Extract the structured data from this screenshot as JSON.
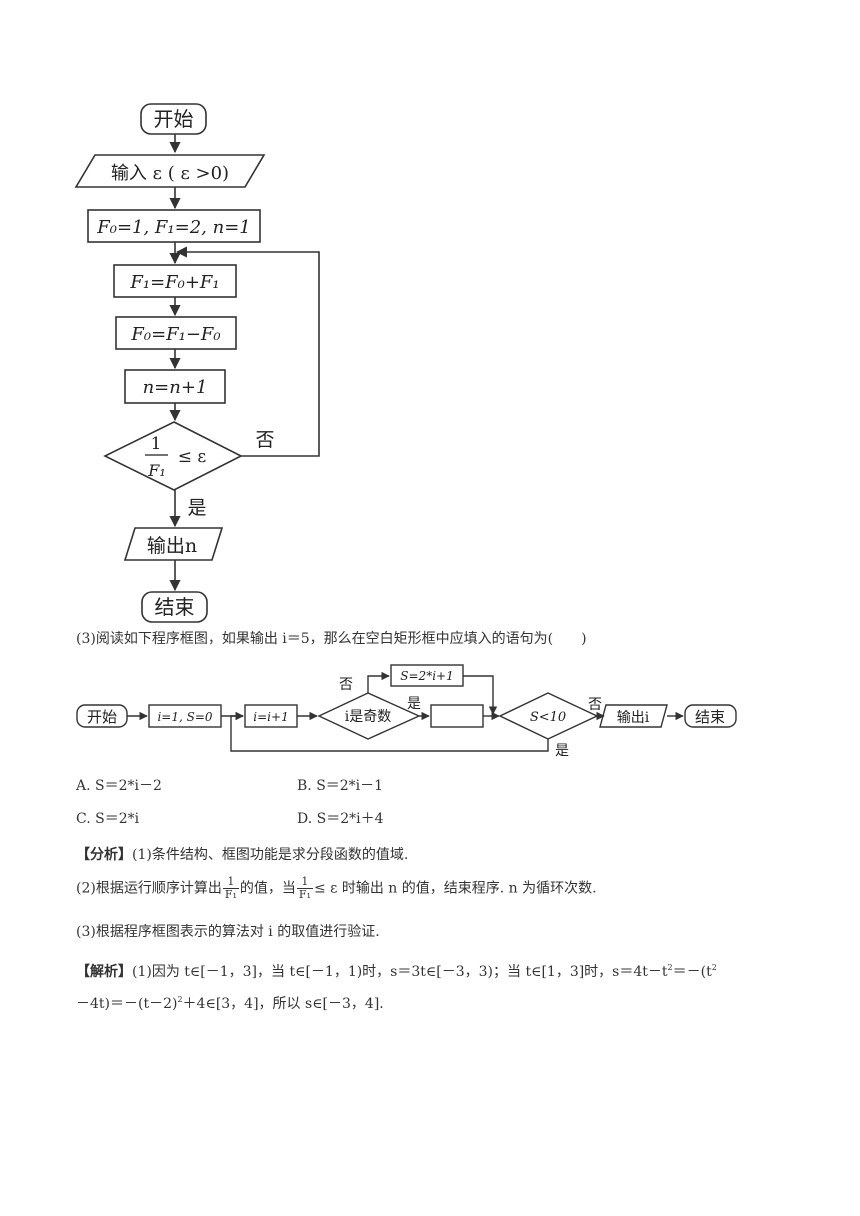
{
  "flowchart1": {
    "start": "开始",
    "input": "输入 ε ( ε >0)",
    "init": "F₀=1, F₁=2, n=1",
    "step1": "F₁=F₀+F₁",
    "step2": "F₀=F₁−F₀",
    "step3": "n=n+1",
    "cond_num": "1",
    "cond_den": "F₁",
    "cond_rel": "≤ ε",
    "no_label": "否",
    "yes_label": "是",
    "output": "输出n",
    "end": "结束"
  },
  "question3": {
    "text": "(3)阅读如下程序框图，如果输出 i＝5，那么在空白矩形框中应填入的语句为(　　)"
  },
  "flowchart2": {
    "start": "开始",
    "init": "i=1, S=0",
    "step": "i=i+1",
    "cond1": "i是奇数",
    "no1": "否",
    "yes1": "是",
    "odd_box": "S=2*i+1",
    "cond2": "S<10",
    "no2": "否",
    "yes2": "是",
    "output": "输出i",
    "end": "结束"
  },
  "options": {
    "A": "A. S＝2*i－2",
    "B": "B. S＝2*i－1",
    "C": "C. S＝2*i",
    "D": "D. S＝2*i＋4"
  },
  "analysis": {
    "label": "【分析】",
    "p1": "(1)条件结构、框图功能是求分段函数的值域.",
    "p2_a": "(2)根据运行顺序计算出",
    "p2_frac_num": "1",
    "p2_frac_den": "F₁",
    "p2_b": "的值，当",
    "p2_c": "≤ ε 时输出 n 的值，结束程序. n 为循环次数.",
    "p3": "(3)根据程序框图表示的算法对 i 的取值进行验证."
  },
  "solution": {
    "label": "【解析】",
    "line1": "(1)因为 t∈[－1，3]，当 t∈[－1，1)时，s＝3t∈[－3，3)；当 t∈[1，3]时，s＝4t－t",
    "line1_sup": "2",
    "line1_b": "＝－(t",
    "line1_sup2": "2",
    "line2_a": "－4t)＝－(t－2)",
    "line2_sup": "2",
    "line2_b": "＋4∈[3，4]，所以 s∈[－3，4]."
  }
}
